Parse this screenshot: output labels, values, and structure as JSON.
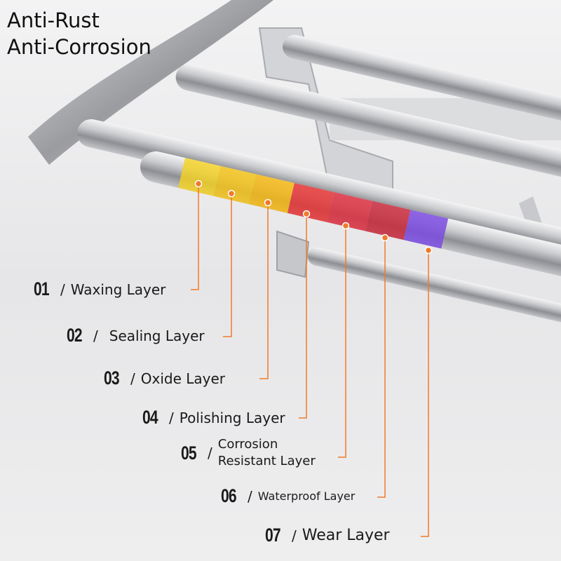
{
  "headline": {
    "line1": "Anti-Rust",
    "line2": "Anti-Corrosion"
  },
  "layers": [
    {
      "number": "01",
      "sep": "/",
      "name": "Waxing Layer"
    },
    {
      "number": "02",
      "sep": "/",
      "name": "Sealing Layer"
    },
    {
      "number": "03",
      "sep": "/",
      "name": "Oxide Layer"
    },
    {
      "number": "04",
      "sep": "/",
      "name": "Polishing Layer"
    },
    {
      "number": "05",
      "sep": "/",
      "name_line1": "Corrosion",
      "name_line2": "Resistant Layer"
    },
    {
      "number": "06",
      "sep": "/",
      "name": "Waterproof Layer"
    },
    {
      "number": "07",
      "sep": "/",
      "name": "Wear Layer"
    }
  ],
  "colors": {
    "leader": "#f07a2a",
    "yellow": "#f5d21e",
    "amber": "#f4b714",
    "red": "#e53535",
    "crimson": "#d42a3c",
    "purple": "#7b4be0"
  }
}
